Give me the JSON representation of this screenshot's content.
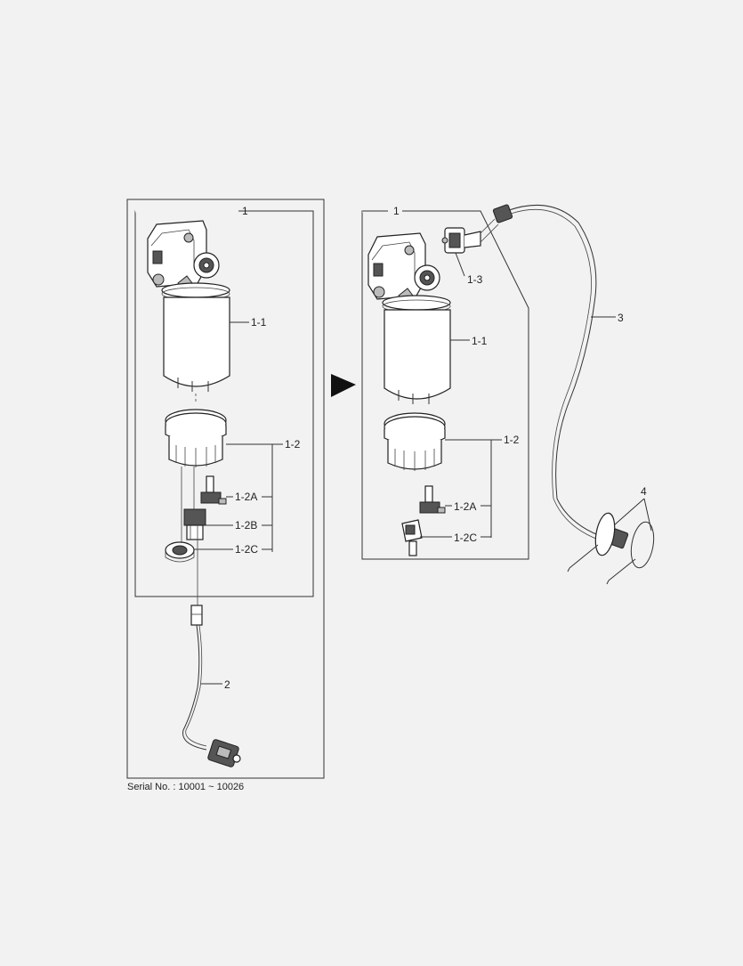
{
  "left_assembly": {
    "callouts": {
      "c1": "1",
      "c1_1": "1-1",
      "c1_2": "1-2",
      "c1_2a": "1-2A",
      "c1_2b": "1-2B",
      "c1_2c": "1-2C",
      "c2": "2"
    }
  },
  "right_assembly": {
    "callouts": {
      "c1": "1",
      "c1_1": "1-1",
      "c1_2": "1-2",
      "c1_2a": "1-2A",
      "c1_2c": "1-2C",
      "c1_3": "1-3",
      "c3": "3",
      "c4": "4"
    }
  },
  "arrow_icon": "right-triangle-arrow",
  "serial": "Serial No. : 10001 ~ 10026"
}
